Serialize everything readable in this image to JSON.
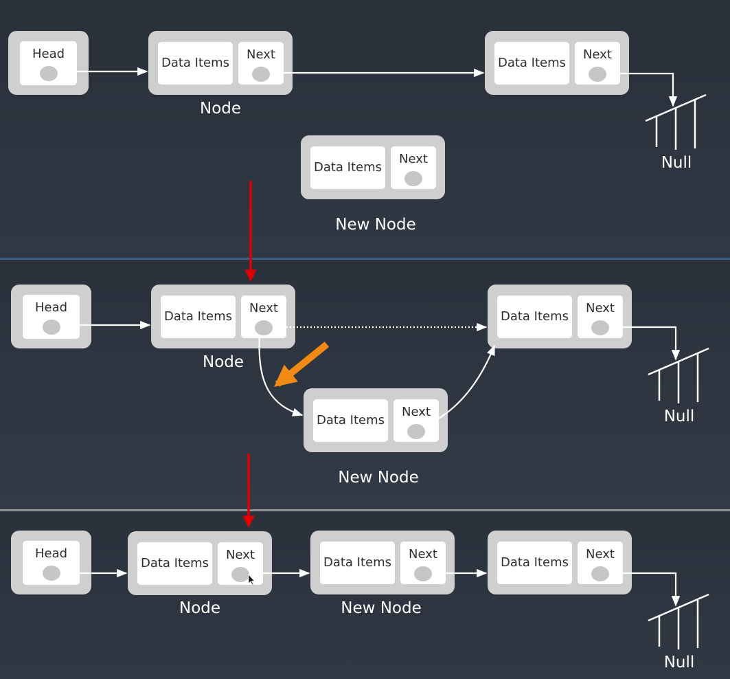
{
  "head_label": "Head",
  "data_label": "Data Items",
  "next_label": "Next",
  "null_label": "Null",
  "node_caption": "Node",
  "new_node_caption": "New Node",
  "colors": {
    "panel_top": "#2a3039",
    "panel_bottom": "#323a47",
    "box": "#cfcfcf",
    "cell": "#ffffff",
    "dot": "#c6c6c6",
    "text_dark": "#2f2f2f",
    "text_light": "#ffffff",
    "connector": "#ffffff",
    "step_arrow": "#e00000",
    "direction_arrow": "#f08a14",
    "separator_blue": "#3c5f86",
    "separator_gray": "#8e9297"
  },
  "stages": [
    {
      "name": "before-insertion",
      "nodes": [
        "head",
        "node",
        "last-node",
        "new-node (detached)"
      ]
    },
    {
      "name": "insertion",
      "nodes": [
        "head",
        "node",
        "new-node",
        "last-node"
      ]
    },
    {
      "name": "after-insertion",
      "nodes": [
        "head",
        "node",
        "new-node",
        "last-node"
      ]
    }
  ]
}
